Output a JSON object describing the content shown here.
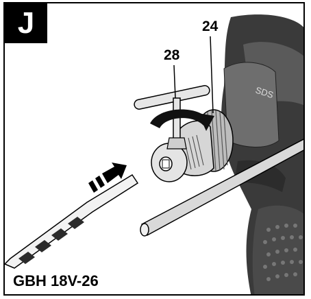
{
  "figure": {
    "label": "J",
    "callouts": [
      "28",
      "24"
    ],
    "model": "GBH 18V-26",
    "housing_mark": "SDS"
  },
  "icons": {
    "insert_arrow": "double-arrow-right-icon",
    "rotate_arrow": "rotation-arrow-icon"
  },
  "colors": {
    "ink": "#000000",
    "housing": "#3a3a3a",
    "housing_light": "#6e6e6e",
    "metal": "#cfcfcf"
  }
}
